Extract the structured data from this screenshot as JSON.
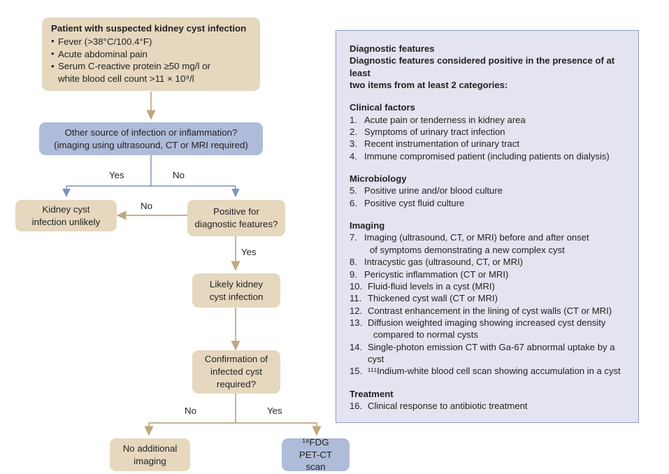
{
  "flowchart": {
    "nodes": {
      "suspected": {
        "title": "Patient with suspected kidney cyst infection",
        "bullets": [
          {
            "text": "Fever (>38°C/100.4°F)"
          },
          {
            "text": "Acute abdominal pain"
          },
          {
            "text": "Serum C-reactive protein ≥50 mg/l or",
            "cont": "white blood cell count >11 × 10⁹/l"
          }
        ]
      },
      "other_source": {
        "line1": "Other source of infection or inflammation?",
        "line2": "(imaging using ultrasound, CT or MRI required)"
      },
      "unlikely": {
        "line1": "Kidney cyst",
        "line2": "infection unlikely"
      },
      "positive": {
        "line1": "Positive for",
        "line2": "diagnostic features?"
      },
      "likely": {
        "line1": "Likely kidney",
        "line2": "cyst infection"
      },
      "confirmation": {
        "line1": "Confirmation of",
        "line2": "infected cyst",
        "line3": "required?"
      },
      "no_imaging": {
        "line1": "No additional",
        "line2": "imaging"
      },
      "petct": {
        "line1": "¹⁸FDG",
        "line2": "PET-CT scan"
      }
    },
    "edge_labels": {
      "yes_other": "Yes",
      "no_other": "No",
      "no_positive": "No",
      "yes_positive": "Yes",
      "no_confirm": "No",
      "yes_confirm": "Yes"
    }
  },
  "panel": {
    "heading": "Diagnostic features",
    "lede_line1": "Diagnostic features considered positive in the presence of at least",
    "lede_line2": "two items from at least 2 categories:",
    "sections": [
      {
        "title": "Clinical factors",
        "items": [
          {
            "num": "1.",
            "text": "Acute pain or tenderness in kidney area"
          },
          {
            "num": "2.",
            "text": "Symptoms of urinary tract infection"
          },
          {
            "num": "3.",
            "text": "Recent instrumentation of urinary tract"
          },
          {
            "num": "4.",
            "text": "Immune compromised patient (including patients on dialysis)"
          }
        ]
      },
      {
        "title": "Microbiology",
        "items": [
          {
            "num": "5.",
            "text": "Positive urine and/or blood culture"
          },
          {
            "num": "6.",
            "text": "Positive cyst fluid culture"
          }
        ]
      },
      {
        "title": "Imaging",
        "items": [
          {
            "num": "7.",
            "text": "Imaging (ultrasound, CT, or MRI) before and after onset",
            "cont": "of symptoms demonstrating a new complex cyst"
          },
          {
            "num": "8.",
            "text": "Intracystic gas (ultrasound, CT, or MRI)"
          },
          {
            "num": "9.",
            "text": "Pericystic inflammation (CT or MRI)"
          },
          {
            "num": "10.",
            "text": "Fluid-fluid levels in a cyst (MRI)"
          },
          {
            "num": "11.",
            "text": "Thickened cyst wall (CT or MRI)"
          },
          {
            "num": "12.",
            "text": "Contrast enhancement in the lining of cyst walls (CT or MRI)"
          },
          {
            "num": "13.",
            "text": "Diffusion weighted imaging showing increased cyst density",
            "cont": "compared to normal cysts"
          },
          {
            "num": "14.",
            "text": "Single-photon emission CT with Ga-67 abnormal uptake by a cyst"
          },
          {
            "num": "15.",
            "text": "¹¹¹Indium-white blood cell scan showing accumulation in a cyst"
          }
        ]
      },
      {
        "title": "Treatment",
        "items": [
          {
            "num": "16.",
            "text": "Clinical response to antibiotic treatment"
          }
        ]
      }
    ]
  },
  "colors": {
    "tan_box": "#e5d8bf",
    "blue_box": "#aebcd9",
    "tan_arrow": "#bfa77e",
    "blue_arrow": "#7f93c0",
    "panel_bg": "#e3e4f0",
    "panel_border": "#8c9ac4"
  }
}
